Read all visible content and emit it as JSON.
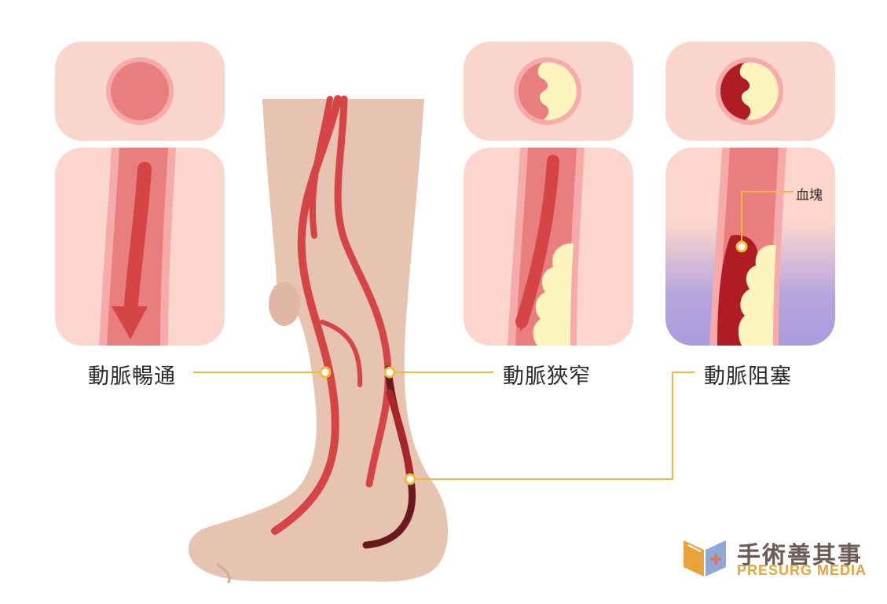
{
  "labels": {
    "normal": "動脈暢通",
    "narrowing": "動脈狹窄",
    "blocked": "動脈阻塞",
    "clot": "血塊"
  },
  "brand": {
    "name_cn": "手術善其事",
    "name_en": "PRESURG MEDIA"
  },
  "colors": {
    "panel_bg": "#f7d2c9",
    "skin": "#e7c4b2",
    "artery_red": "#d54546",
    "dark_blood": "#6a1a1e",
    "plaque": "#fbf0b8",
    "leader_line": "#f0b93b"
  }
}
